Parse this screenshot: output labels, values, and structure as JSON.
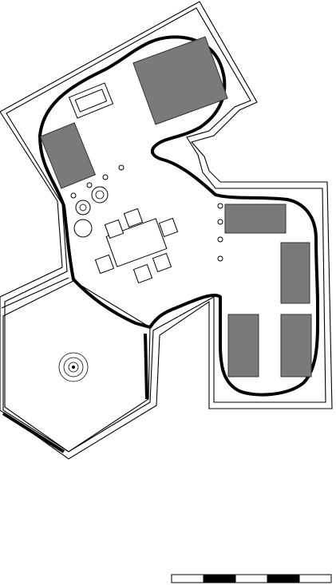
{
  "drawing": {
    "type": "architectural floor plan",
    "background": "#ffffff",
    "line_color": "#000000",
    "planting_fill": "#7a7a7a"
  },
  "elements": {
    "planting_beds": 6,
    "dining_table": 1,
    "chairs": 6,
    "side_tables": 2,
    "round_planters": 3,
    "fountain": 1,
    "scale_bar_segments": 5
  }
}
